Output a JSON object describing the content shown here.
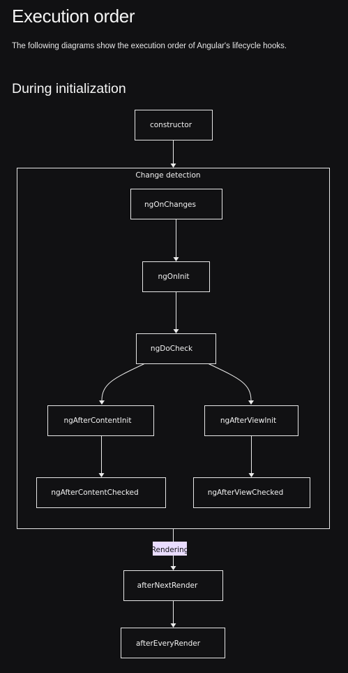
{
  "page": {
    "title": "Execution order",
    "intro": "The following diagrams show the execution order of Angular's lifecycle hooks.",
    "section_title": "During initialization"
  },
  "diagram": {
    "nodes": {
      "constructor": "constructor",
      "ngOnChanges": "ngOnChanges",
      "ngOnInit": "ngOnInit",
      "ngDoCheck": "ngDoCheck",
      "ngAfterContentInit": "ngAfterContentInit",
      "ngAfterViewInit": "ngAfterViewInit",
      "ngAfterContentChecked": "ngAfterContentChecked",
      "ngAfterViewChecked": "ngAfterViewChecked",
      "afterNextRender": "afterNextRender",
      "afterEveryRender": "afterEveryRender"
    },
    "group": {
      "label": "Change detection"
    },
    "edge_labels": {
      "rendering": "Rendering"
    },
    "colors": {
      "background": "#111113",
      "stroke": "#e7e7e7",
      "text": "#f1f1f1",
      "edge_label_background": "#e9dcff"
    }
  }
}
